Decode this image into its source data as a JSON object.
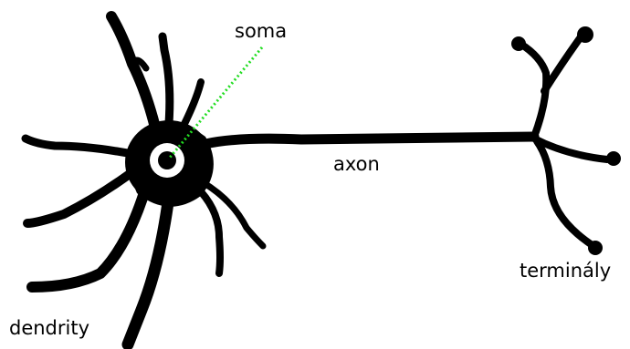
{
  "labels": {
    "soma": "soma",
    "axon": "axon",
    "terminals": "terminály",
    "dendrites": "dendrity"
  },
  "colors": {
    "neuron": "#000000",
    "nucleus_ring": "#ffffff",
    "pointer": "#22dd22",
    "background": "#ffffff"
  }
}
